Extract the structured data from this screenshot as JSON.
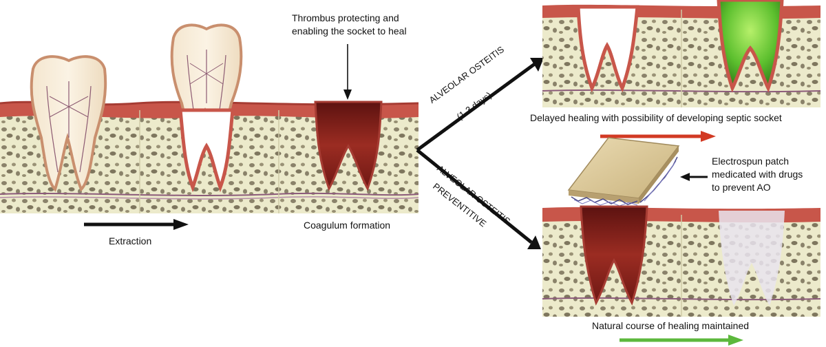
{
  "labels": {
    "thrombus_line1": "Thrombus protecting and",
    "thrombus_line2": "enabling the socket to heal",
    "extraction": "Extraction",
    "coagulum": "Coagulum formation",
    "ao_line1": "ALVEOLAR OSTEITIS",
    "ao_line2": "(1-3 days)",
    "aop_line1": "ALVEOLAR OSTEITIS",
    "aop_line2": "PREVENTITIVE",
    "delayed": "Delayed healing with possibility of developing septic socket",
    "patch_line1": "Electrospun patch",
    "patch_line2": "medicated with drugs",
    "patch_line3": "to prevent AO",
    "natural": "Natural course of healing maintained"
  },
  "colors": {
    "gum": "#c8564a",
    "gum_edge": "#a63c33",
    "bone": "#eceacb",
    "bone_spot": "#8a826a",
    "clot": "#7a1a16",
    "infection": "#5cbf2e",
    "red_arrow": "#d23a24",
    "green_arrow": "#5cb83c",
    "black_arrow": "#111111",
    "patch": "#d8c69a"
  }
}
